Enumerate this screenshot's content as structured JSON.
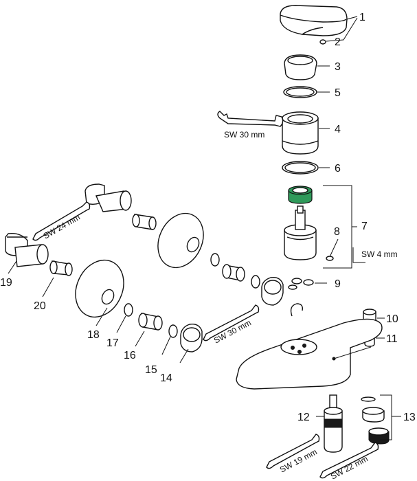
{
  "labels": {
    "p1": "1",
    "p2": "2",
    "p3": "3",
    "p4": "4",
    "p5": "5",
    "p6": "6",
    "p7": "7",
    "p8": "8",
    "p9": "9",
    "p10": "10",
    "p11": "11",
    "p12": "12",
    "p13": "13",
    "p14": "14",
    "p15": "15",
    "p16": "16",
    "p17": "17",
    "p18": "18",
    "p19": "19",
    "p20": "20"
  },
  "wrenches": {
    "sw30_top": "SW 30 mm",
    "sw4": "SW 4 mm",
    "sw24": "SW 24 mm",
    "sw30_mid": "SW 30 mm",
    "sw19": "SW 19 mm",
    "sw22": "SW 22 mm"
  },
  "colors": {
    "accent_green": "#2f9a5a",
    "line": "#111111"
  }
}
